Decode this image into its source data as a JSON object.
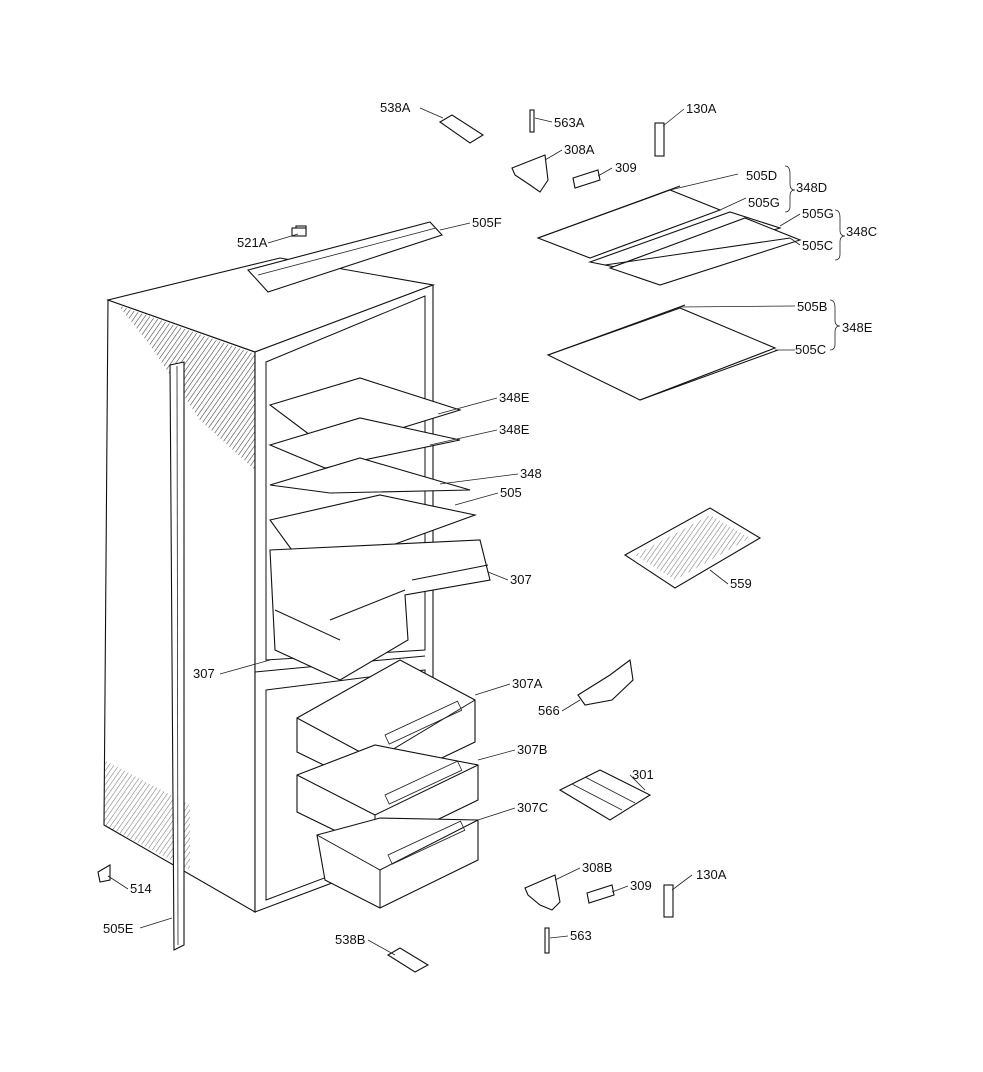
{
  "diagram": {
    "labels": [
      {
        "id": "l538A",
        "text": "538A"
      },
      {
        "id": "l563A",
        "text": "563A"
      },
      {
        "id": "l130A_top",
        "text": "130A"
      },
      {
        "id": "l308A",
        "text": "308A"
      },
      {
        "id": "l309_top",
        "text": "309"
      },
      {
        "id": "l505D",
        "text": "505D"
      },
      {
        "id": "l348D",
        "text": "348D"
      },
      {
        "id": "l505G_1",
        "text": "505G"
      },
      {
        "id": "l505G_2",
        "text": "505G"
      },
      {
        "id": "l348C",
        "text": "348C"
      },
      {
        "id": "l505C_1",
        "text": "505C"
      },
      {
        "id": "l521A",
        "text": "521A"
      },
      {
        "id": "l505F",
        "text": "505F"
      },
      {
        "id": "l505B",
        "text": "505B"
      },
      {
        "id": "l348E_r",
        "text": "348E"
      },
      {
        "id": "l505C_2",
        "text": "505C"
      },
      {
        "id": "l348E_1",
        "text": "348E"
      },
      {
        "id": "l348E_2",
        "text": "348E"
      },
      {
        "id": "l348",
        "text": "348"
      },
      {
        "id": "l505",
        "text": "505"
      },
      {
        "id": "l307_r",
        "text": "307"
      },
      {
        "id": "l559",
        "text": "559"
      },
      {
        "id": "l307_l",
        "text": "307"
      },
      {
        "id": "l307A",
        "text": "307A"
      },
      {
        "id": "l566",
        "text": "566"
      },
      {
        "id": "l307B",
        "text": "307B"
      },
      {
        "id": "l301",
        "text": "301"
      },
      {
        "id": "l307C",
        "text": "307C"
      },
      {
        "id": "l308B",
        "text": "308B"
      },
      {
        "id": "l309_bot",
        "text": "309"
      },
      {
        "id": "l130A_bot",
        "text": "130A"
      },
      {
        "id": "l514",
        "text": "514"
      },
      {
        "id": "l505E",
        "text": "505E"
      },
      {
        "id": "l563",
        "text": "563"
      },
      {
        "id": "l538B",
        "text": "538B"
      }
    ]
  }
}
